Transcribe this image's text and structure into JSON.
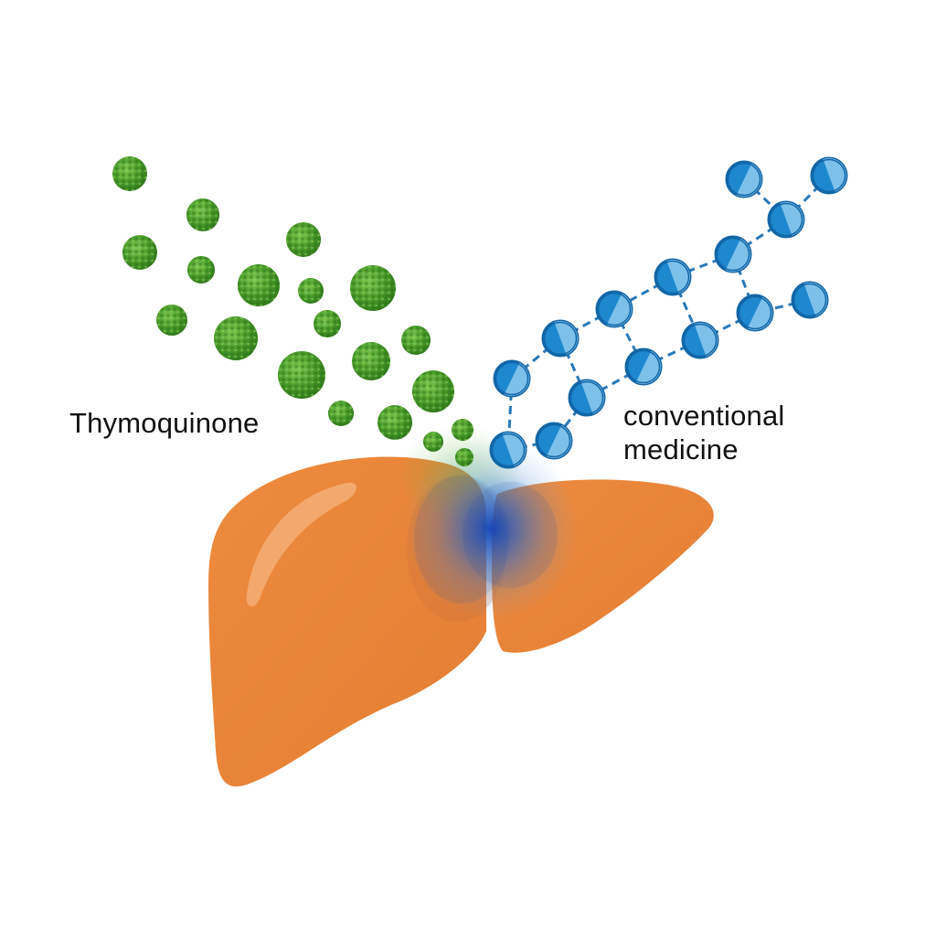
{
  "labels": {
    "thymoquinone": "Thymoquinone",
    "conventional_line1": "conventional",
    "conventional_line2": "medicine"
  },
  "colors": {
    "background": "#ffffff",
    "liver": "#e8843a",
    "liver_shadow": "#d2712c",
    "thymoquinone_particle": "#4c9e2c",
    "thymoquinone_particle_dark": "#2f7a1a",
    "medicine_molecule": "#1e88cf",
    "medicine_molecule_light": "#8ecbf0",
    "medicine_bond": "#2a78b8",
    "interaction_glow": "#1460d8",
    "label_text": "#111111"
  },
  "icons": {
    "thymoquinone": "green-granular-particle-icon",
    "medicine": "blue-split-circle-molecule-icon",
    "organ": "liver-icon"
  }
}
